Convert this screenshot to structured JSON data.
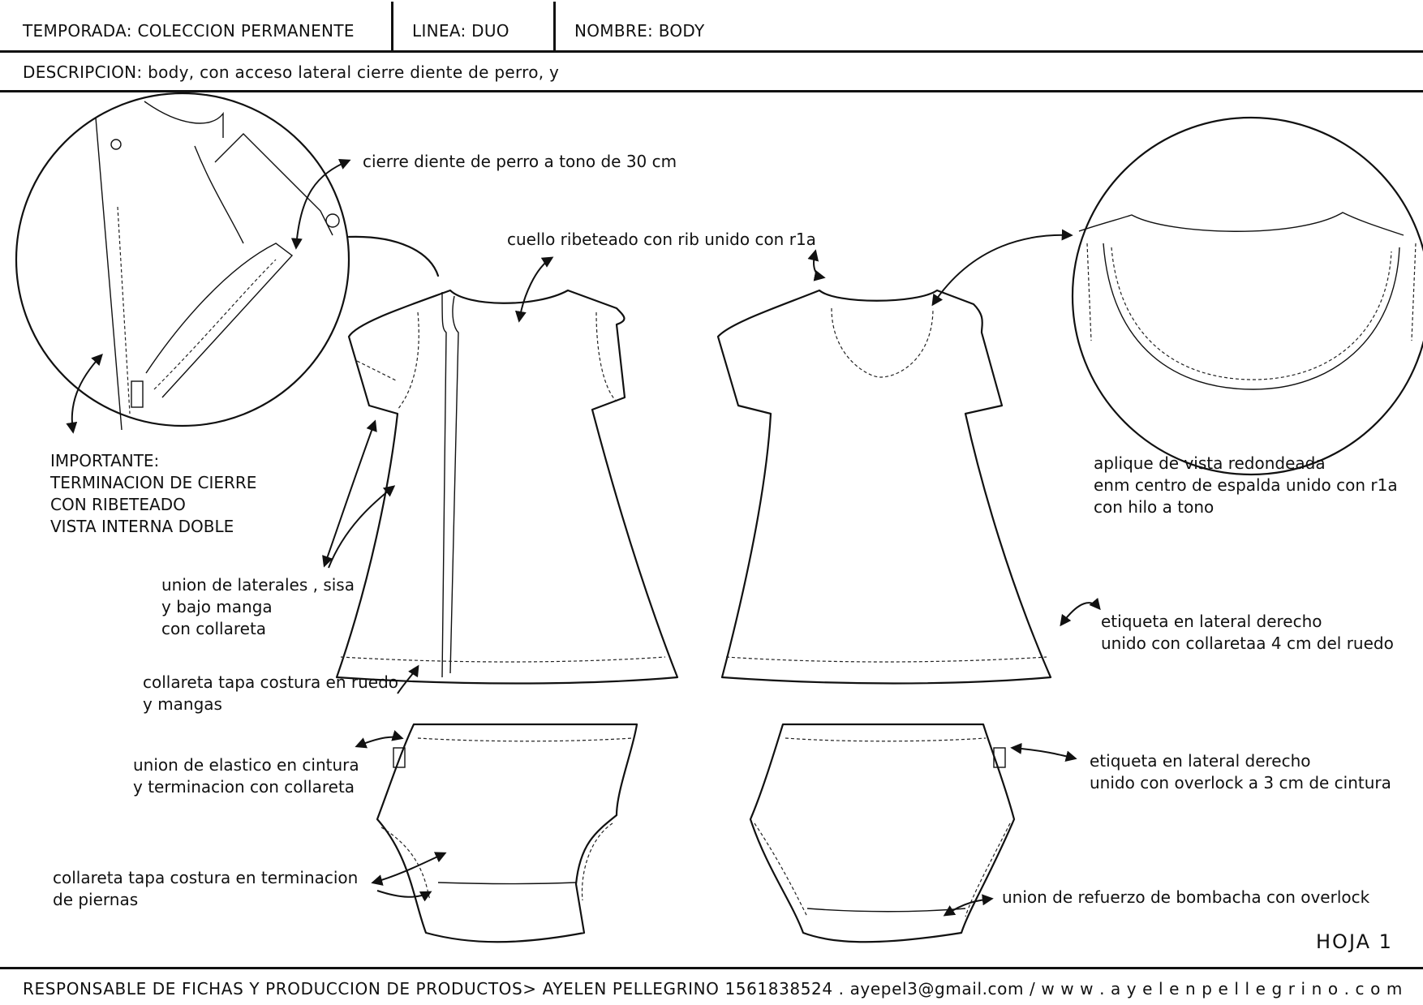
{
  "header": {
    "temporada": "TEMPORADA: COLECCION PERMANENTE",
    "linea": "LINEA: DUO",
    "nombre": "NOMBRE: BODY",
    "descripcion": "DESCRIPCION: body, con acceso lateral cierre diente de perro, y"
  },
  "annotations": {
    "cierre": "cierre diente de perro a tono de 30 cm",
    "cuello": "cuello ribeteado con rib unido con r1a",
    "importante": "IMPORTANTE:\nTERMINACION DE CIERRE\nCON RIBETEADO\nVISTA INTERNA DOBLE",
    "aplique": "aplique de vista redondeada\nenm centro de espalda unido con r1a\ncon hilo a tono",
    "laterales": "union de laterales , sisa\ny bajo manga\ncon collareta",
    "etiqueta_body": "etiqueta en lateral derecho\nunido con collaretaa 4 cm del ruedo",
    "ruedo": "collareta tapa costura en ruedo\ny mangas",
    "elastico": "union de elastico en cintura\ny terminacion con  collareta",
    "etiqueta_bombacha": "etiqueta en lateral derecho\nunido con overlock a 3 cm de cintura",
    "piernas": "collareta tapa costura en terminacion\nde piernas",
    "refuerzo": "union de refuerzo de bombacha con overlock"
  },
  "page_label": "HOJA 1",
  "footer": "RESPONSABLE DE FICHAS Y PRODUCCION DE PRODUCTOS> AYELEN PELLEGRINO 1561838524 . ayepel3@gmail.com / w w w . a y e l e n p e l l e g r i n o . c o m",
  "icons": [
    "zipper-detail-circle",
    "neck-detail-circle",
    "front-garment",
    "back-garment",
    "bloomer-front",
    "bloomer-back"
  ]
}
